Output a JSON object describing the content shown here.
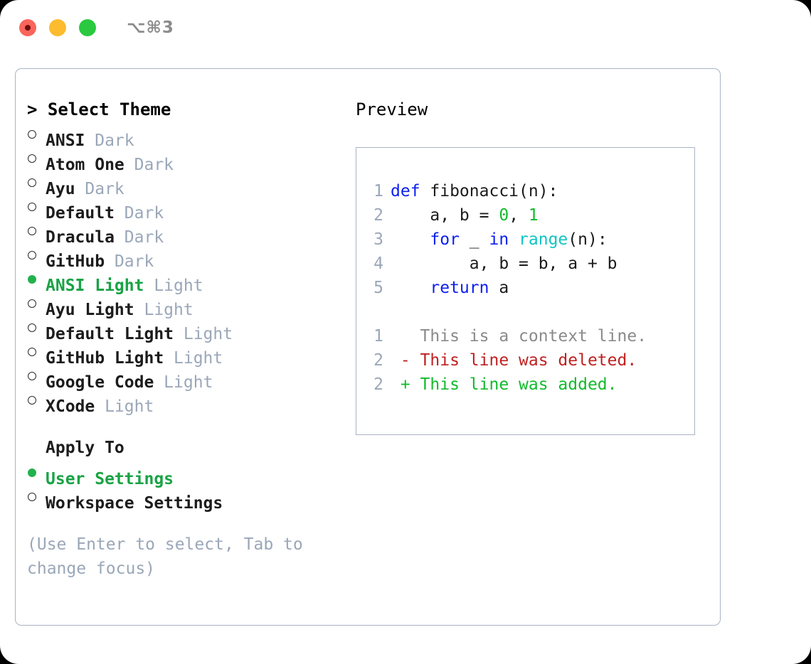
{
  "titlebar": {
    "shortcut": "⌥⌘3",
    "dots": [
      {
        "name": "close-dot",
        "color": "#f9655b"
      },
      {
        "name": "minimize-dot",
        "color": "#fcbc2e"
      },
      {
        "name": "maximize-dot",
        "color": "#2ac940"
      }
    ]
  },
  "theme_section": {
    "header": "> Select Theme",
    "items": [
      {
        "name": "ANSI",
        "variant": "Dark",
        "selected": false
      },
      {
        "name": "Atom One",
        "variant": "Dark",
        "selected": false
      },
      {
        "name": "Ayu",
        "variant": "Dark",
        "selected": false
      },
      {
        "name": "Default",
        "variant": "Dark",
        "selected": false
      },
      {
        "name": "Dracula",
        "variant": "Dark",
        "selected": false
      },
      {
        "name": "GitHub",
        "variant": "Dark",
        "selected": false
      },
      {
        "name": "ANSI Light",
        "variant": "Light",
        "selected": true
      },
      {
        "name": "Ayu Light",
        "variant": "Light",
        "selected": false
      },
      {
        "name": "Default Light",
        "variant": "Light",
        "selected": false
      },
      {
        "name": "GitHub Light",
        "variant": "Light",
        "selected": false
      },
      {
        "name": "Google Code",
        "variant": "Light",
        "selected": false
      },
      {
        "name": "XCode",
        "variant": "Light",
        "selected": false
      }
    ]
  },
  "apply_section": {
    "header": "Apply To",
    "items": [
      {
        "label": "User Settings",
        "selected": true
      },
      {
        "label": "Workspace Settings",
        "selected": false
      }
    ]
  },
  "hint": "(Use Enter to select, Tab to change focus)",
  "preview": {
    "header": "Preview",
    "code_lines": [
      {
        "num": "1",
        "tokens": [
          {
            "t": "def",
            "c": "kw"
          },
          {
            "t": " fibonacci(n):",
            "c": "ctext"
          }
        ]
      },
      {
        "num": "2",
        "tokens": [
          {
            "t": "    a, b = ",
            "c": "ctext"
          },
          {
            "t": "0",
            "c": "num"
          },
          {
            "t": ", ",
            "c": "ctext"
          },
          {
            "t": "1",
            "c": "num"
          }
        ]
      },
      {
        "num": "3",
        "tokens": [
          {
            "t": "    ",
            "c": "ctext"
          },
          {
            "t": "for",
            "c": "kw"
          },
          {
            "t": " _ ",
            "c": "ctext"
          },
          {
            "t": "in",
            "c": "kw"
          },
          {
            "t": " ",
            "c": "ctext"
          },
          {
            "t": "range",
            "c": "fn"
          },
          {
            "t": "(n):",
            "c": "ctext"
          }
        ]
      },
      {
        "num": "4",
        "tokens": [
          {
            "t": "        a, b = b, a + b",
            "c": "ctext"
          }
        ]
      },
      {
        "num": "5",
        "tokens": [
          {
            "t": "    ",
            "c": "ctext"
          },
          {
            "t": "return",
            "c": "kw"
          },
          {
            "t": " a",
            "c": "ctext"
          }
        ]
      }
    ],
    "diff_lines": [
      {
        "num": "1",
        "marker": " ",
        "text": " This is a context line.",
        "kind": "diff-ctx"
      },
      {
        "num": "2",
        "marker": "-",
        "text": " This line was deleted.",
        "kind": "diff-del"
      },
      {
        "num": "2",
        "marker": "+",
        "text": " This line was added.",
        "kind": "diff-add"
      }
    ]
  },
  "colors": {
    "accent_green": "#19a345",
    "muted": "#9aa7b8",
    "border": "#a8b3c4",
    "keyword_blue": "#0d20f0",
    "function_cyan": "#10c4c4",
    "number_green": "#12bb2c",
    "diff_delete_red": "#c02020",
    "diff_add_green": "#12bb2c"
  }
}
